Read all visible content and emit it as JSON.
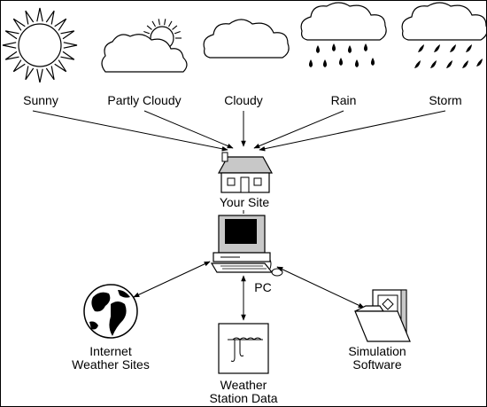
{
  "weather_types": [
    {
      "label": "Sunny",
      "icon": "sun-icon"
    },
    {
      "label": "Partly Cloudy",
      "icon": "partly-cloudy-icon"
    },
    {
      "label": "Cloudy",
      "icon": "cloud-icon"
    },
    {
      "label": "Rain",
      "icon": "rain-cloud-icon"
    },
    {
      "label": "Storm",
      "icon": "storm-cloud-icon"
    }
  ],
  "site": {
    "label": "Your Site",
    "icon": "house-icon"
  },
  "pc": {
    "label": "PC",
    "icon": "computer-icon"
  },
  "sources": [
    {
      "label_line1": "Internet",
      "label_line2": "Weather Sites",
      "icon": "globe-icon"
    },
    {
      "label_line1": "Weather",
      "label_line2": "Station Data",
      "icon": "weather-chart-icon"
    },
    {
      "label_line1": "Simulation",
      "label_line2": "Software",
      "icon": "software-folder-icon"
    }
  ],
  "colors": {
    "line": "#000000",
    "background": "#ffffff",
    "shade": "#c8c8c8",
    "screen": "#000000"
  }
}
